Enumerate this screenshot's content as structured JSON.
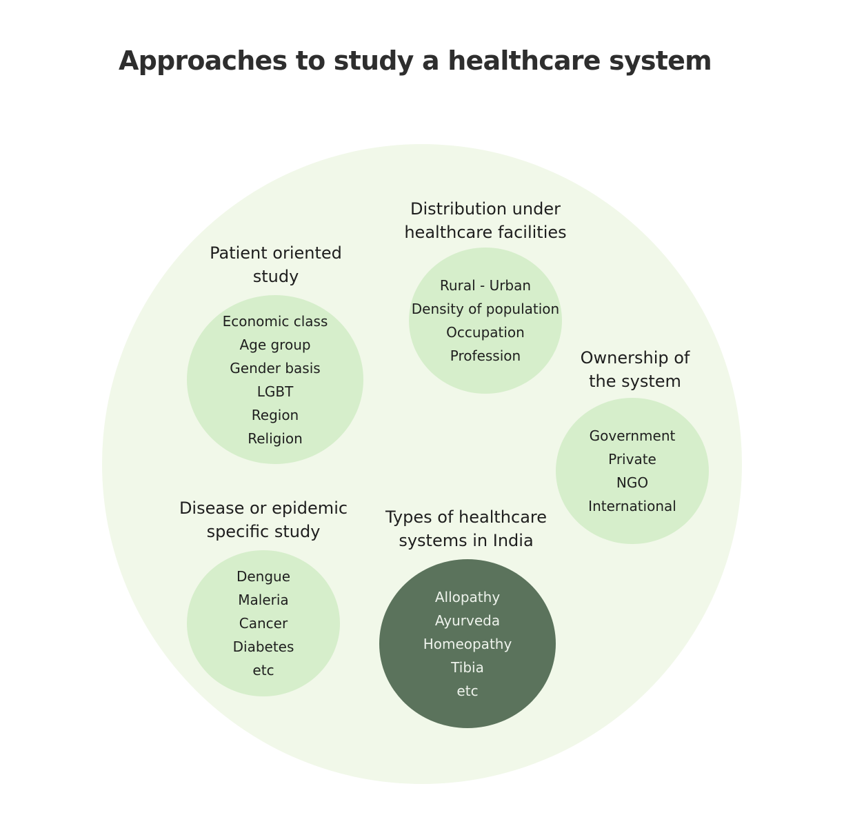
{
  "title": "Approaches to study a healthcare system",
  "colors": {
    "background": "#ffffff",
    "outer_circle": "#f1f8e9",
    "bubble": "#d6eecb",
    "bubble_dark": "#5b735c",
    "text": "#1e1e1e",
    "text_on_dark": "#eef3ec"
  },
  "groups": {
    "patient": {
      "heading": [
        "Patient oriented",
        "study"
      ],
      "items": [
        "Economic class",
        "Age group",
        "Gender basis",
        "LGBT",
        "Region",
        "Religion"
      ]
    },
    "distribution": {
      "heading": [
        "Distribution under",
        "healthcare facilities"
      ],
      "items": [
        "Rural - Urban",
        "Density of population",
        "Occupation",
        "Profession"
      ]
    },
    "ownership": {
      "heading": [
        "Ownership of",
        "the system"
      ],
      "items": [
        "Government",
        "Private",
        "NGO",
        "International"
      ]
    },
    "disease": {
      "heading": [
        "Disease or epidemic",
        "specific study"
      ],
      "items": [
        "Dengue",
        "Maleria",
        "Cancer",
        "Diabetes",
        "etc"
      ]
    },
    "types": {
      "heading": [
        "Types of healthcare",
        "systems in India"
      ],
      "items": [
        "Allopathy",
        "Ayurveda",
        "Homeopathy",
        "Tibia",
        "etc"
      ]
    }
  }
}
